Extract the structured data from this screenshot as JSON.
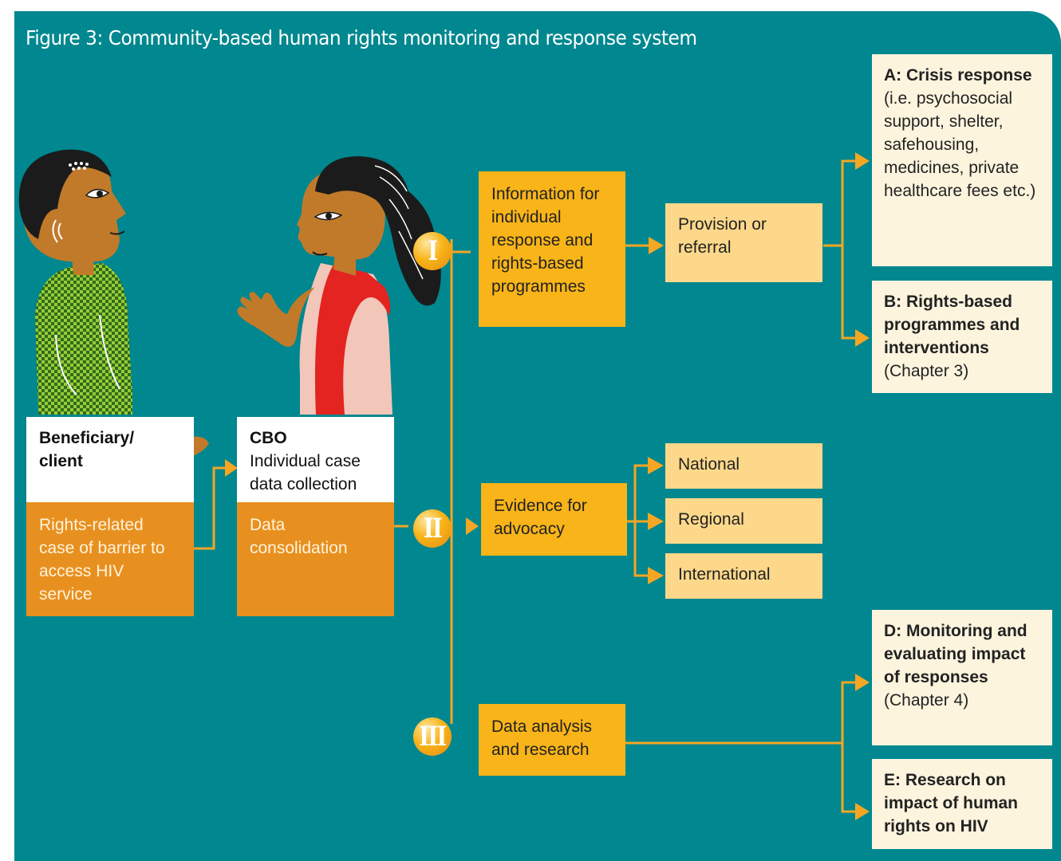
{
  "figure_title": "Figure 3: Community-based human rights monitoring and response system",
  "beneficiary": {
    "heading": "Beneficiary/ client",
    "body": "Rights-related case of barrier to access HIV service"
  },
  "cbo": {
    "heading": "CBO",
    "subheading": "Individual case data collection",
    "body": "Data consolidation"
  },
  "branches": [
    {
      "numeral": "I",
      "label": "Information for individual response and rights-based programmes"
    },
    {
      "numeral": "II",
      "label": "Evidence for advocacy"
    },
    {
      "numeral": "III",
      "label": "Data analysis and research"
    }
  ],
  "provision": "Provision or referral",
  "advocacy_levels": [
    "National",
    "Regional",
    "International"
  ],
  "outcomes": {
    "a": {
      "heading": "A: Crisis response",
      "body": "(i.e. psychosocial support, shelter, safehousing, medicines, private healthcare fees etc.)"
    },
    "b": {
      "heading": "B: Rights-based programmes and interventions",
      "body": "(Chapter 3)"
    },
    "d": {
      "heading": "D: Monitoring and evaluating impact of responses",
      "body": "(Chapter 4)"
    },
    "e": {
      "heading": "E: Research on impact of human rights on HIV"
    }
  },
  "colors": {
    "panel": "#00878f",
    "orange": "#e8901f",
    "yellow": "#f8b418",
    "light": "#fdd88a",
    "cream": "#fdf4de",
    "red": "#e32420"
  }
}
